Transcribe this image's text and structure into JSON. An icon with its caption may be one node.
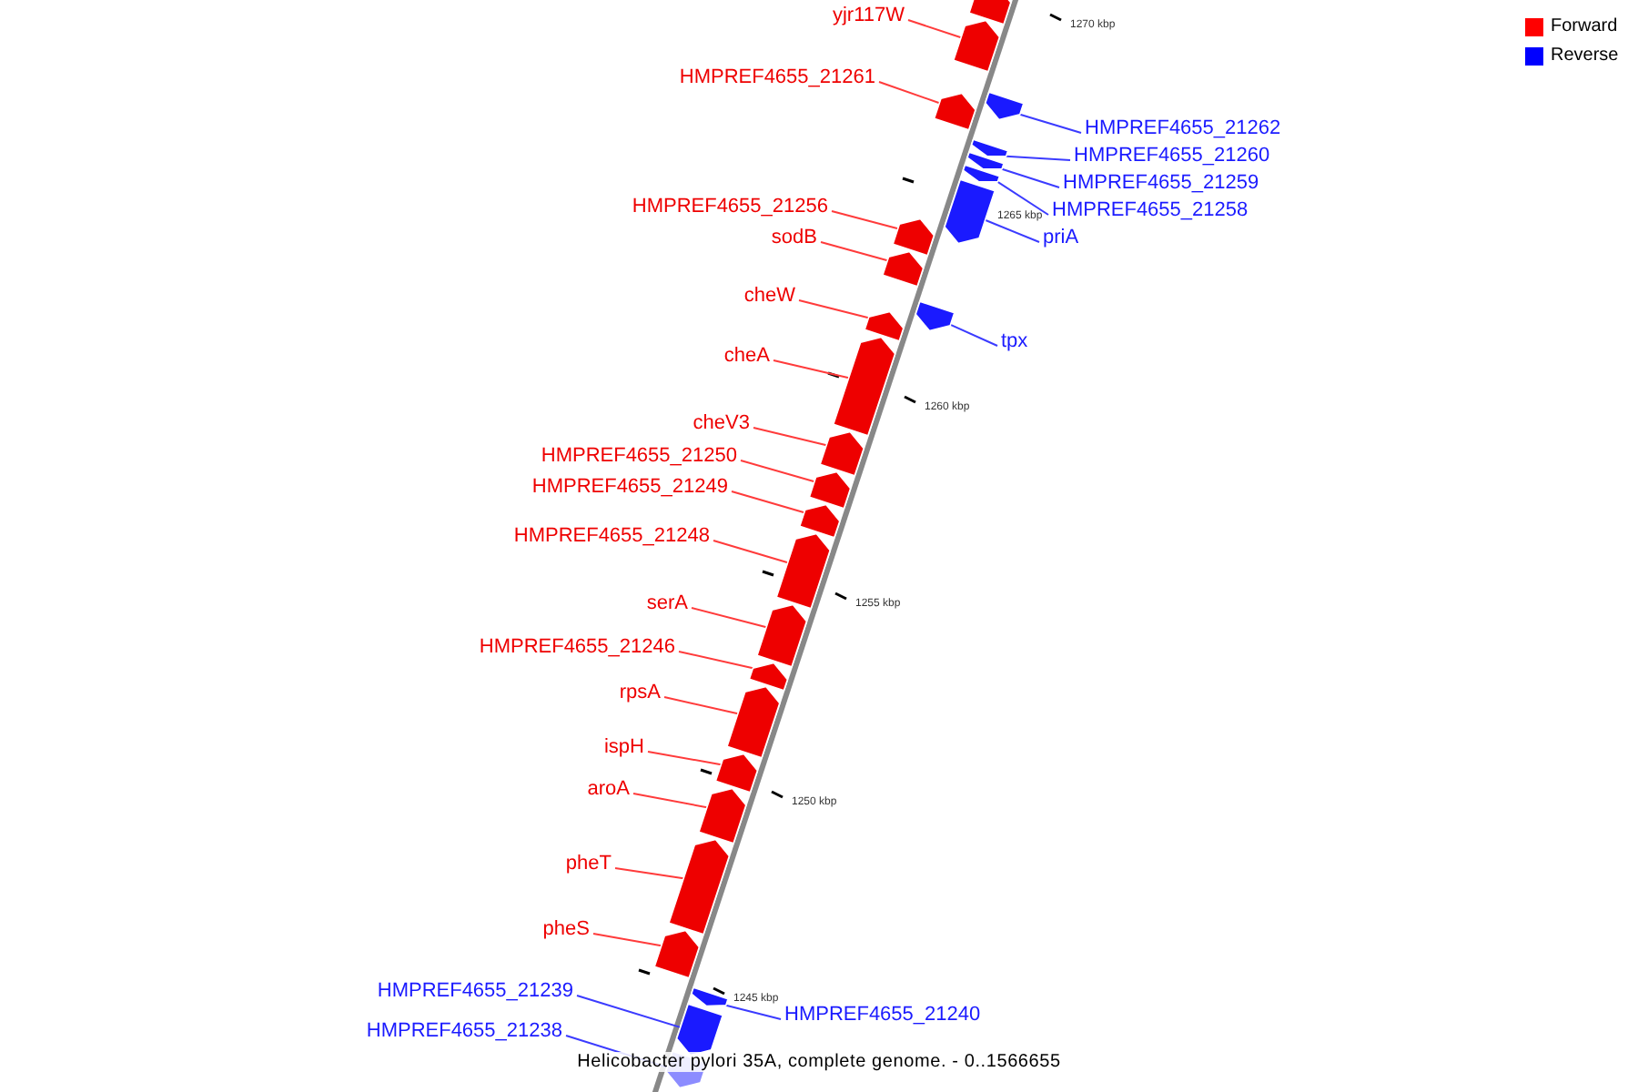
{
  "diagram": {
    "caption": "Helicobacter pylori 35A, complete genome. - 0..1566655",
    "nodes": [
      {
        "text": [],
        "shape": "arrow"
      },
      {
        "text": [
          "yjr117W"
        ]
      },
      {
        "text": [],
        "shape": "arrow"
      },
      {
        "text": [
          "HMPREF4655_21261"
        ]
      },
      {
        "text": [],
        "shape": "arrow"
      },
      {
        "text": [
          "HMPREF4655_21262"
        ]
      },
      {
        "text": [],
        "shape": "arrow"
      },
      {
        "text": [
          "HMPREF4655_21260"
        ]
      },
      {
        "text": [],
        "shape": "arrow"
      },
      {
        "text": [
          "HMPREF4655_21259"
        ]
      },
      {
        "text": [],
        "shape": "arrow"
      },
      {
        "text": [
          "HMPREF4655_21258"
        ]
      },
      {
        "text": [],
        "shape": "arrow"
      },
      {
        "text": [
          "priA"
        ]
      },
      {
        "text": [],
        "shape": "arrow"
      },
      {
        "text": [
          "HMPREF4655_21256"
        ]
      },
      {
        "text": [],
        "shape": "arrow"
      },
      {
        "text": [
          "sodB"
        ]
      },
      {
        "text": [],
        "shape": "arrow"
      },
      {
        "text": [
          "cheW"
        ]
      },
      {
        "text": [],
        "shape": "arrow"
      },
      {
        "text": [
          "tpx"
        ]
      },
      {
        "text": [],
        "shape": "arrow"
      },
      {
        "text": [
          "cheA"
        ]
      },
      {
        "text": [],
        "shape": "arrow"
      },
      {
        "text": [
          "cheV3"
        ]
      },
      {
        "text": [],
        "shape": "arrow"
      },
      {
        "text": [
          "HMPREF4655_21250"
        ]
      },
      {
        "text": [],
        "shape": "arrow"
      },
      {
        "text": [
          "HMPREF4655_21249"
        ]
      },
      {
        "text": [],
        "shape": "arrow"
      },
      {
        "text": [
          "HMPREF4655_21248"
        ]
      },
      {
        "text": [],
        "shape": "arrow"
      },
      {
        "text": [
          "serA"
        ]
      },
      {
        "text": [],
        "shape": "arrow"
      },
      {
        "text": [
          "HMPREF4655_21246"
        ]
      },
      {
        "text": [],
        "shape": "arrow"
      },
      {
        "text": [
          "rpsA"
        ]
      },
      {
        "text": [],
        "shape": "arrow"
      },
      {
        "text": [
          "ispH"
        ]
      },
      {
        "text": [],
        "shape": "arrow"
      },
      {
        "text": [
          "aroA"
        ]
      },
      {
        "text": [],
        "shape": "arrow"
      },
      {
        "text": [
          "pheT"
        ]
      },
      {
        "text": [],
        "shape": "arrow"
      },
      {
        "text": [
          "pheS"
        ]
      },
      {
        "text": [],
        "shape": "arrow"
      },
      {
        "text": [
          "HMPREF4655_21239"
        ]
      },
      {
        "text": [],
        "shape": "arrow"
      },
      {
        "text": [
          "HMPREF4655_21240"
        ]
      },
      {
        "text": [],
        "shape": "arrow"
      },
      {
        "text": [
          "HMPREF4655_21238"
        ]
      },
      {
        "text": [],
        "shape": "arrow"
      }
    ],
    "edges": [
      {
        "from": 1,
        "to": 2,
        "arrow": "none"
      },
      {
        "from": 3,
        "to": 4,
        "arrow": "none"
      },
      {
        "from": 5,
        "to": 6,
        "arrow": "none",
        "color": "#3b3bff"
      },
      {
        "from": 7,
        "to": 8,
        "arrow": "none",
        "color": "#3b3bff"
      },
      {
        "from": 9,
        "to": 10,
        "arrow": "none",
        "color": "#3b3bff"
      },
      {
        "from": 11,
        "to": 12,
        "arrow": "none",
        "color": "#3b3bff"
      },
      {
        "from": 13,
        "to": 14,
        "arrow": "none",
        "color": "#3b3bff"
      },
      {
        "from": 15,
        "to": 16,
        "arrow": "none"
      },
      {
        "from": 17,
        "to": 18,
        "arrow": "none"
      },
      {
        "from": 19,
        "to": 20,
        "arrow": "none"
      },
      {
        "from": 21,
        "to": 22,
        "arrow": "none",
        "color": "#3b3bff"
      },
      {
        "from": 23,
        "to": 24,
        "arrow": "none"
      },
      {
        "from": 25,
        "to": 26,
        "arrow": "none"
      },
      {
        "from": 27,
        "to": 28,
        "arrow": "none"
      },
      {
        "from": 29,
        "to": 30,
        "arrow": "none"
      },
      {
        "from": 31,
        "to": 32,
        "arrow": "none"
      },
      {
        "from": 33,
        "to": 34,
        "arrow": "none"
      },
      {
        "from": 35,
        "to": 36,
        "arrow": "none"
      },
      {
        "from": 37,
        "to": 38,
        "arrow": "none"
      },
      {
        "from": 39,
        "to": 40,
        "arrow": "none"
      },
      {
        "from": 41,
        "to": 42,
        "arrow": "none"
      },
      {
        "from": 43,
        "to": 44,
        "arrow": "none"
      },
      {
        "from": 45,
        "to": 46,
        "arrow": "none"
      },
      {
        "from": 47,
        "to": 48,
        "arrow": "none",
        "color": "#3b3bff"
      },
      {
        "from": 49,
        "to": 50,
        "arrow": "none",
        "color": "#3b3bff"
      },
      {
        "from": 51,
        "to": 52,
        "arrow": "none",
        "color": "#3b3bff"
      }
    ],
    "labels": [
      "1270 kbp",
      "1265 kbp",
      "1260 kbp",
      "1255 kbp",
      "1250 kbp",
      "1245 kbp"
    ],
    "legend": [
      {
        "text": "Forward",
        "color": "#ff0000"
      },
      {
        "text": "Reverse",
        "color": "#0000ff"
      }
    ]
  }
}
